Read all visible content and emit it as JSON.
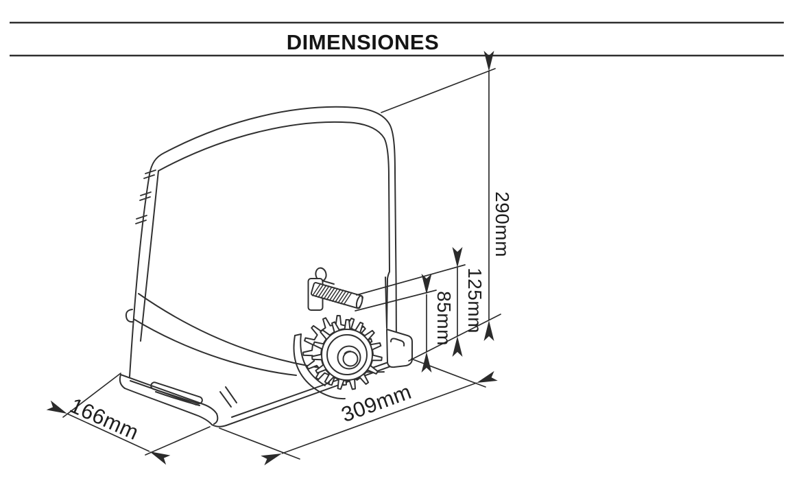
{
  "header": {
    "title": "DIMENSIONES"
  },
  "dimension_labels": {
    "total_height": "290mm",
    "upper_height": "125mm",
    "pinion_height": "85mm",
    "length": "309mm",
    "width": "166mm"
  }
}
